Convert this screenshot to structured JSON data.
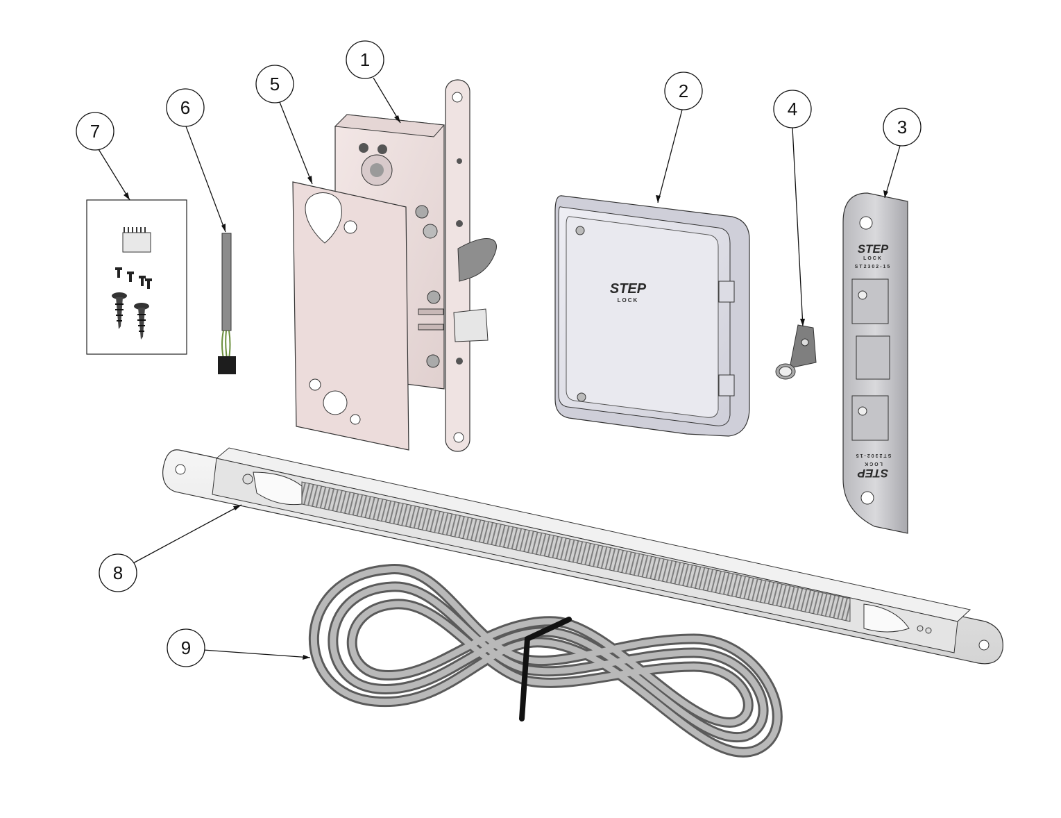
{
  "diagram": {
    "callouts": [
      {
        "id": "c1",
        "label": "1",
        "part": "lock-case"
      },
      {
        "id": "c2",
        "label": "2",
        "part": "control-unit"
      },
      {
        "id": "c3",
        "label": "3",
        "part": "strike-plate"
      },
      {
        "id": "c4",
        "label": "4",
        "part": "magnet"
      },
      {
        "id": "c5",
        "label": "5",
        "part": "cover-plate"
      },
      {
        "id": "c6",
        "label": "6",
        "part": "connector-cable"
      },
      {
        "id": "c7",
        "label": "7",
        "part": "fastener-kit"
      },
      {
        "id": "c8",
        "label": "8",
        "part": "cable-transfer"
      },
      {
        "id": "c9",
        "label": "9",
        "part": "cable-coil"
      }
    ],
    "branding": {
      "unit_logo_main": "STEP",
      "unit_logo_sub": "LOCK",
      "strike_logo_main": "STEP",
      "strike_logo_sub": "LOCK",
      "strike_model": "ST2302-15"
    }
  }
}
